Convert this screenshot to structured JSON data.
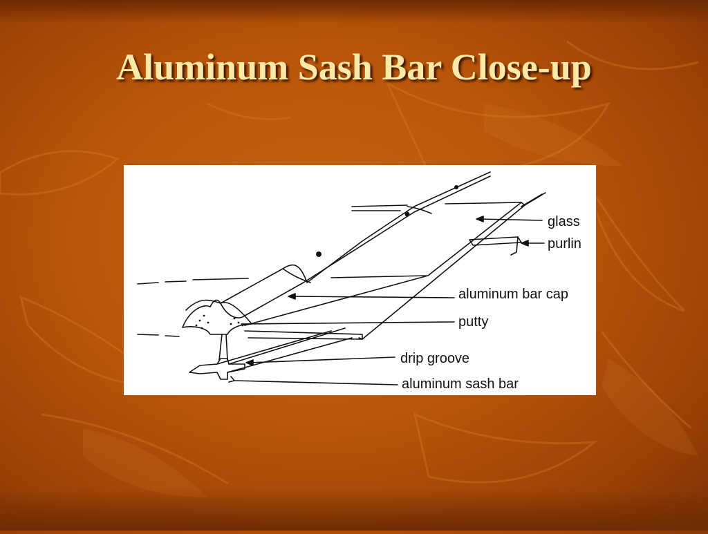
{
  "slide": {
    "title": "Aluminum Sash Bar Close-up"
  },
  "diagram": {
    "labels": {
      "glass": "glass",
      "purlin": "purlin",
      "bar_cap": "aluminum bar cap",
      "putty": "putty",
      "drip_groove": "drip groove",
      "sash_bar": "aluminum sash bar"
    }
  },
  "colors": {
    "title_text": "#fbe9a8",
    "background": "#b85509",
    "diagram_bg": "#ffffff",
    "line": "#111111"
  }
}
